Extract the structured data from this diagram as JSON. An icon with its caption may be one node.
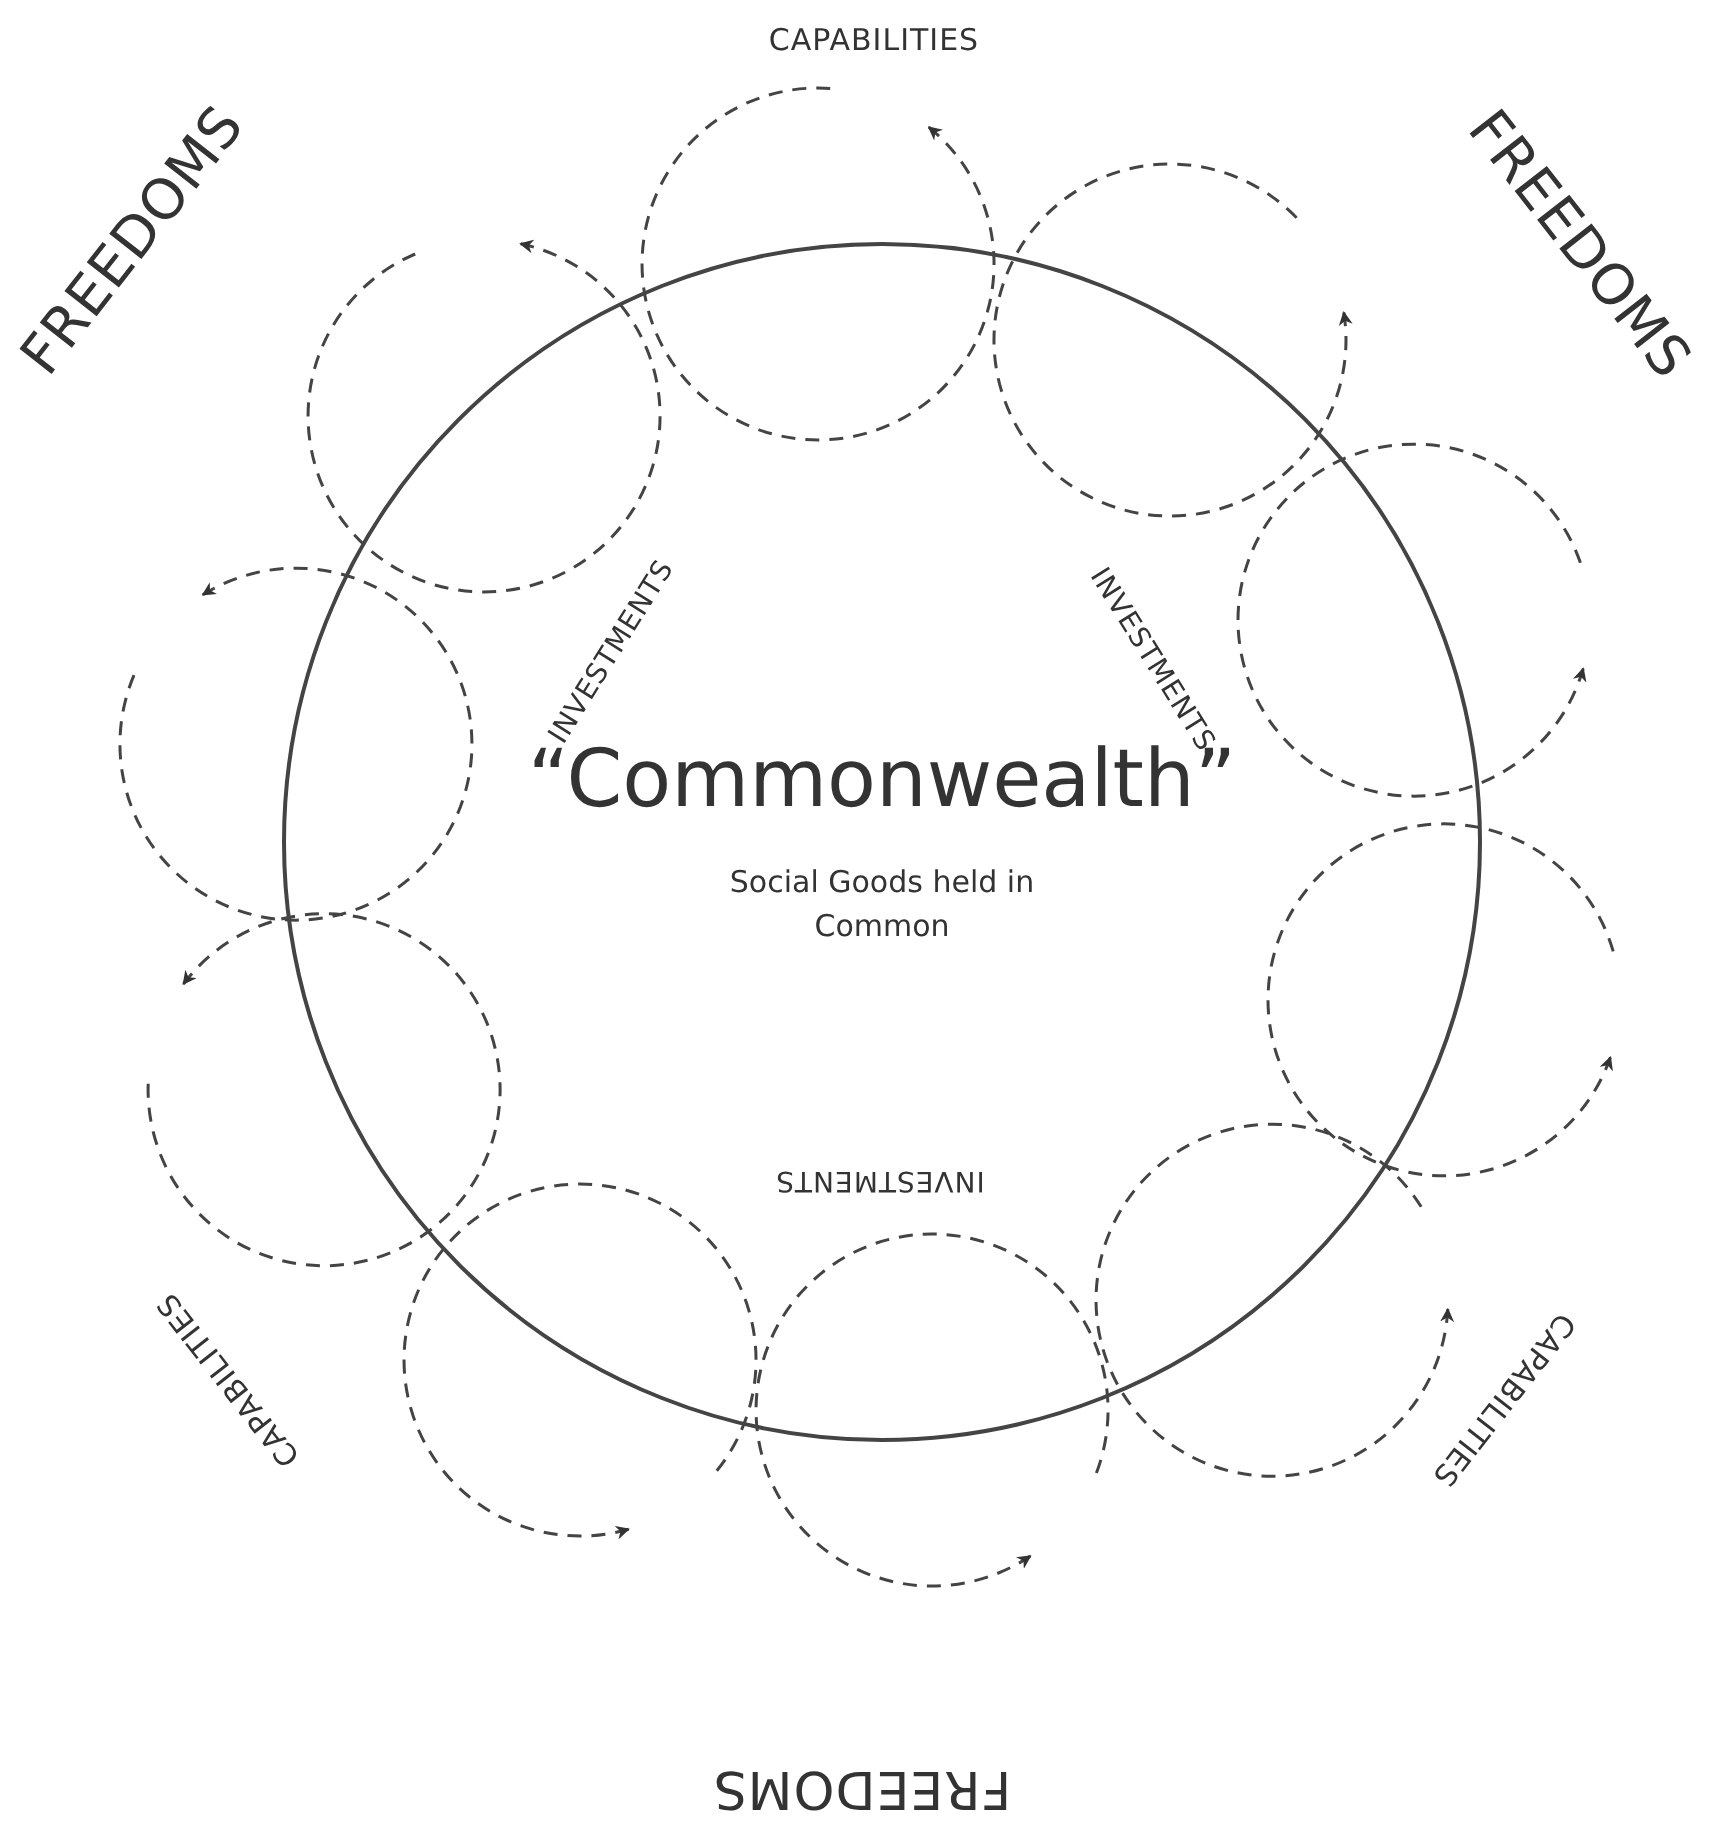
{
  "diagram": {
    "nodes": [
      {
        "text": [
          "“Commonwealth”",
          "Social Goods held in Common"
        ]
      }
    ],
    "labels": [
      "CAPABILITIES",
      "FREEDOMS",
      "FREEDOMS",
      "INVESTMENTS",
      "INVESTMENTS",
      "INVESTMENTS",
      "CAPABILITIES",
      "CAPABILITIES",
      "FREEDOMS"
    ]
  }
}
